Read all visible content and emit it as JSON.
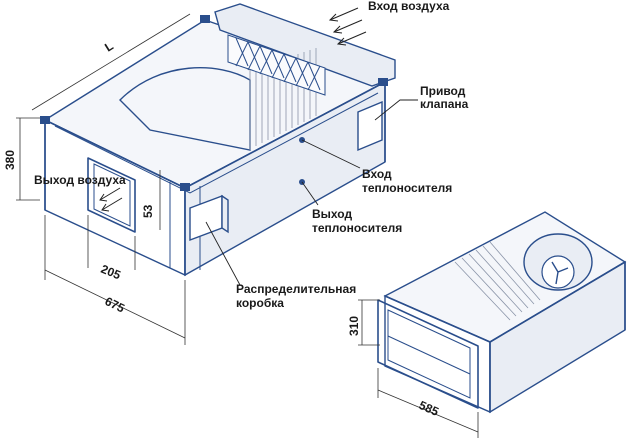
{
  "labels": {
    "air_inlet": "Вход воздуха",
    "valve_drive_line1": "Привод",
    "valve_drive_line2": "клапана",
    "coolant_inlet_line1": "Вход",
    "coolant_inlet_line2": "теплоносителя",
    "air_outlet": "Выход воздуха",
    "coolant_outlet_line1": "Выход",
    "coolant_outlet_line2": "теплоносителя",
    "junction_box_line1": "Распределительная",
    "junction_box_line2": "коробка"
  },
  "dimensions": {
    "length": "L",
    "height": "380",
    "outlet_offset": "53",
    "outlet_width": "205",
    "width": "675",
    "small_height": "310",
    "small_width": "585"
  }
}
